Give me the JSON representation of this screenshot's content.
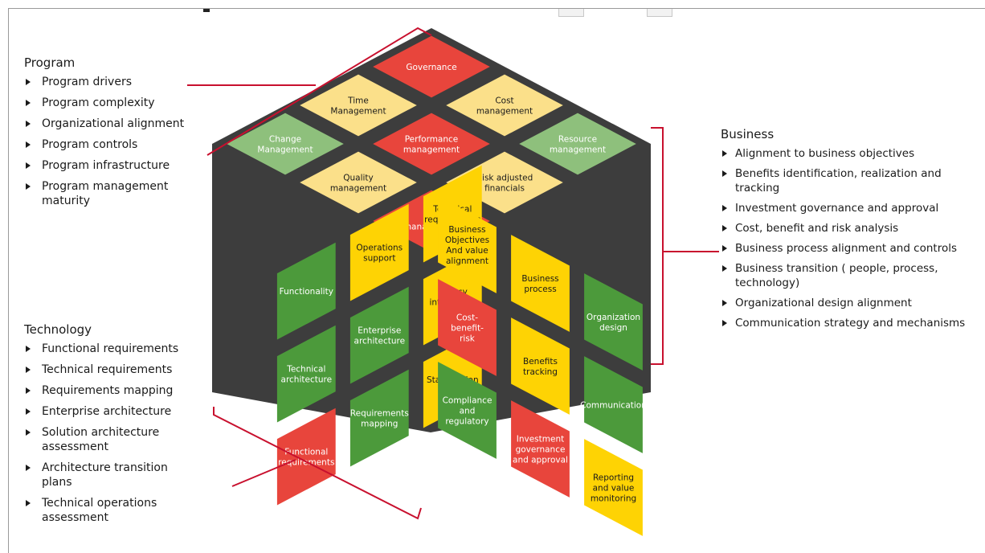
{
  "program": {
    "title": "Program",
    "items": [
      "Program drivers",
      "Program complexity",
      "Organizational alignment",
      "Program controls",
      "Program infrastructure",
      "Program management maturity"
    ]
  },
  "technology": {
    "title": "Technology",
    "items": [
      "Functional requirements",
      "Technical requirements",
      "Requirements mapping",
      "Enterprise architecture",
      "Solution architecture assessment",
      "Architecture transition plans",
      "Technical operations assessment"
    ]
  },
  "business": {
    "title": "Business",
    "items": [
      "Alignment to business objectives",
      "Benefits identification, realization and tracking",
      "Investment governance and approval",
      "Cost, benefit and risk analysis",
      "Business process alignment and controls",
      "Business transition ( people, process, technology)",
      "Organizational design alignment",
      "Communication strategy and mechanisms"
    ]
  },
  "cube": {
    "top": [
      {
        "label": "Governance",
        "color": "red"
      },
      {
        "label": "Cost management",
        "color": "lightyellow"
      },
      {
        "label": "Time Management",
        "color": "lightyellow"
      },
      {
        "label": "Resource management",
        "color": "lightgreen"
      },
      {
        "label": "Performance management",
        "color": "red"
      },
      {
        "label": "Change Management",
        "color": "lightgreen"
      },
      {
        "label": "Risk adjusted financials",
        "color": "lightyellow"
      },
      {
        "label": "Quality management",
        "color": "lightyellow"
      },
      {
        "label": "Risk management",
        "color": "red"
      }
    ],
    "left": [
      {
        "label": "Functionality",
        "color": "green"
      },
      {
        "label": "Operations support",
        "color": "yellow"
      },
      {
        "label": "Technical requirements",
        "color": "yellow"
      },
      {
        "label": "Technical architecture",
        "color": "green"
      },
      {
        "label": "Enterprise architecture",
        "color": "green"
      },
      {
        "label": "Legacy integration",
        "color": "yellow"
      },
      {
        "label": "Functional requirements",
        "color": "red"
      },
      {
        "label": "Requirements mapping",
        "color": "green"
      },
      {
        "label": "Stabilization",
        "color": "yellow"
      }
    ],
    "right": [
      {
        "label": "Business Objectives And value alignment",
        "color": "yellow"
      },
      {
        "label": "Business process",
        "color": "yellow"
      },
      {
        "label": "Organization design",
        "color": "green"
      },
      {
        "label": "Cost- benefit- risk",
        "color": "red"
      },
      {
        "label": "Benefits tracking",
        "color": "yellow"
      },
      {
        "label": "Communication",
        "color": "green"
      },
      {
        "label": "Compliance and regulatory",
        "color": "green"
      },
      {
        "label": "Investment governance and approval",
        "color": "red"
      },
      {
        "label": "Reporting and value monitoring",
        "color": "yellow"
      }
    ]
  },
  "colors": {
    "red": "#e8453c",
    "lightyellow": "#fbe08a",
    "lightgreen": "#8ec07c",
    "green": "#4c9a3b",
    "yellow": "#fed304",
    "bracket": "#c8102e",
    "gap": "#3d3d3d"
  }
}
